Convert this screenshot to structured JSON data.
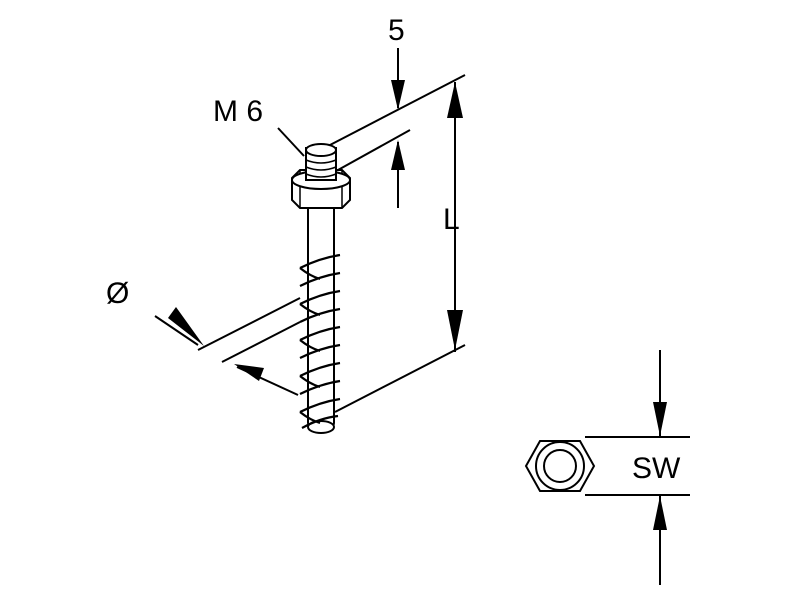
{
  "labels": {
    "thread_size": "M 6",
    "top_offset": "5",
    "length": "L",
    "diameter": "Ø",
    "wrench_size": "SW"
  },
  "colors": {
    "ink": "#000000",
    "screw_fill": "#ffffff",
    "background": "#ffffff"
  }
}
